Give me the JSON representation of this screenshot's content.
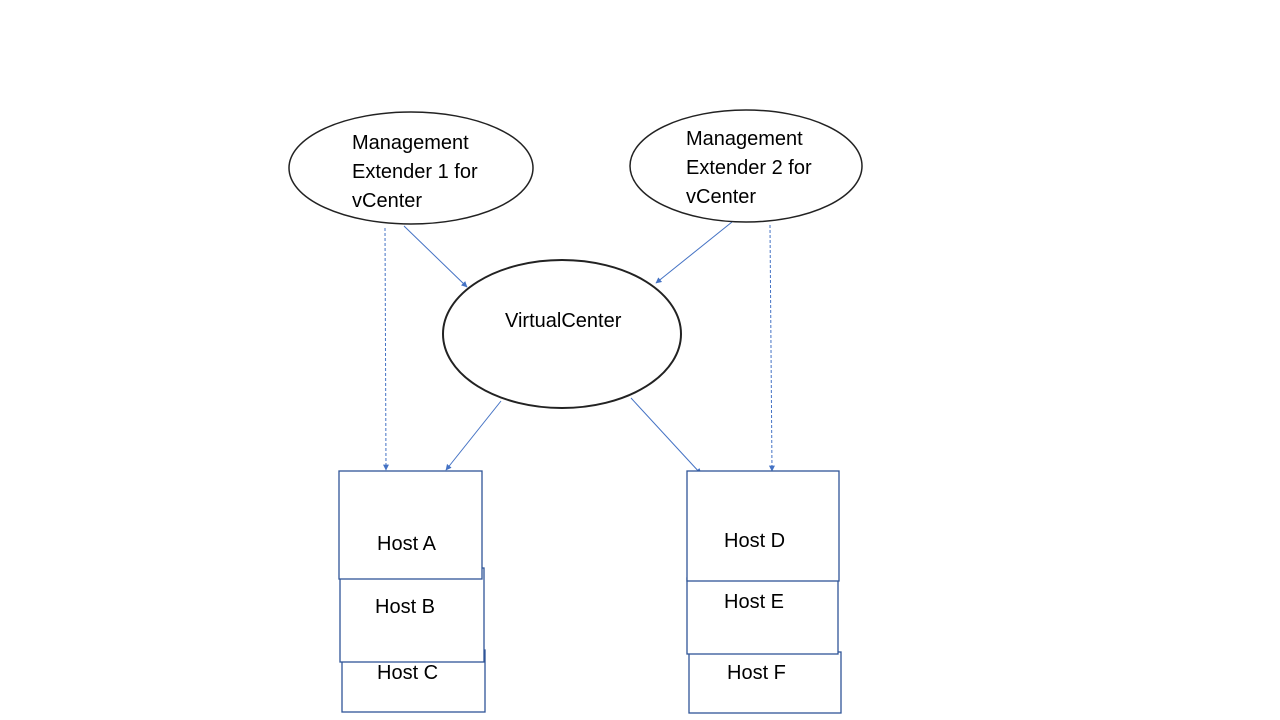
{
  "colors": {
    "ellipse_stroke": "#222222",
    "box_stroke": "#2f5597",
    "connector": "#4472c4",
    "background": "#ffffff"
  },
  "nodes": {
    "extender1": {
      "lines": [
        "Management",
        "Extender 1 for",
        "vCenter"
      ]
    },
    "extender2": {
      "lines": [
        "Management",
        "Extender 2 for",
        "vCenter"
      ]
    },
    "virtualcenter": {
      "label": "VirtualCenter"
    },
    "host_a": {
      "label": "Host A"
    },
    "host_b": {
      "label": "Host B"
    },
    "host_c": {
      "label": "Host C"
    },
    "host_d": {
      "label": "Host D"
    },
    "host_e": {
      "label": "Host E"
    },
    "host_f": {
      "label": "Host F"
    }
  }
}
